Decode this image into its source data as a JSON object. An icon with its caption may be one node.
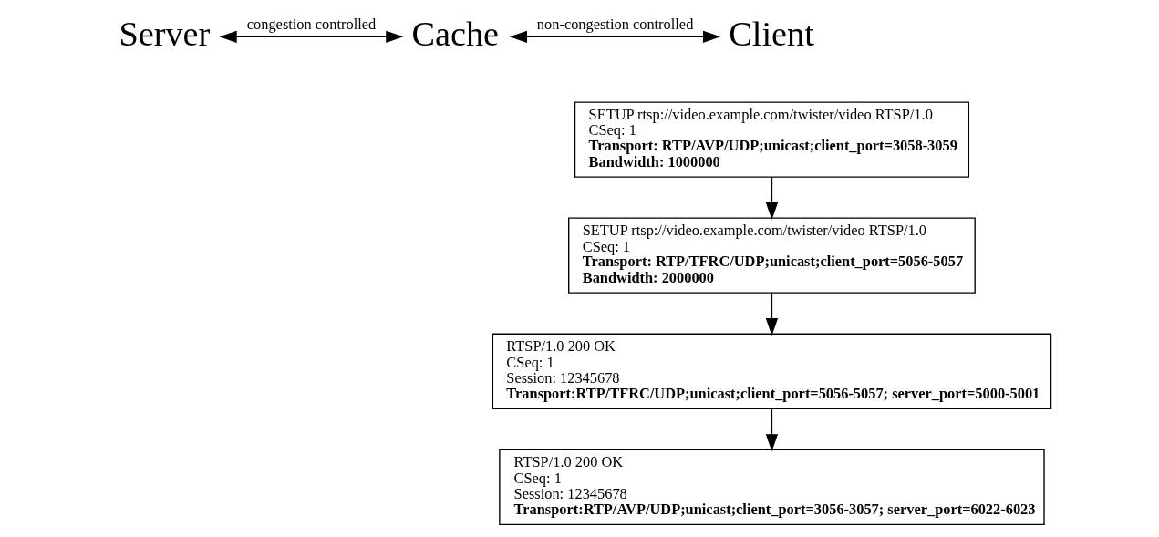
{
  "diagram": {
    "nodes": [
      {
        "text": [
          "Server"
        ]
      },
      {
        "text": [
          "Cache"
        ]
      },
      {
        "text": [
          "Client"
        ]
      },
      {
        "text": [
          "SETUP rtsp://video.example.com/twister/video RTSP/1.0",
          "CSeq: 1",
          "**Transport: RTP/AVP/UDP;unicast;client_port=3058-3059**",
          "**Bandwidth: 1000000**"
        ]
      },
      {
        "text": [
          "SETUP rtsp://video.example.com/twister/video RTSP/1.0",
          "CSeq: 1",
          "**Transport: RTP/TFRC/UDP;unicast;client_port=5056-5057**",
          "**Bandwidth: 2000000**"
        ]
      },
      {
        "text": [
          "RTSP/1.0 200 OK",
          "CSeq: 1",
          "Session: 12345678",
          "**Transport:RTP/TFRC/UDP;unicast;client_port=5056-5057; server_port=5000-5001**"
        ]
      },
      {
        "text": [
          "RTSP/1.0 200 OK",
          "CSeq: 1",
          "Session: 12345678",
          "**Transport:RTP/AVP/UDP;unicast;client_port=3056-3057; server_port=6022-6023**"
        ]
      }
    ],
    "edges": [
      {
        "from": 0,
        "to": 1,
        "arrow": "both",
        "label": "congestion controlled"
      },
      {
        "from": 1,
        "to": 2,
        "arrow": "both",
        "label": "non-congestion controlled"
      },
      {
        "from": 3,
        "to": 4,
        "arrow": "to"
      },
      {
        "from": 4,
        "to": 5,
        "arrow": "to"
      },
      {
        "from": 5,
        "to": 6,
        "arrow": "to"
      }
    ]
  }
}
